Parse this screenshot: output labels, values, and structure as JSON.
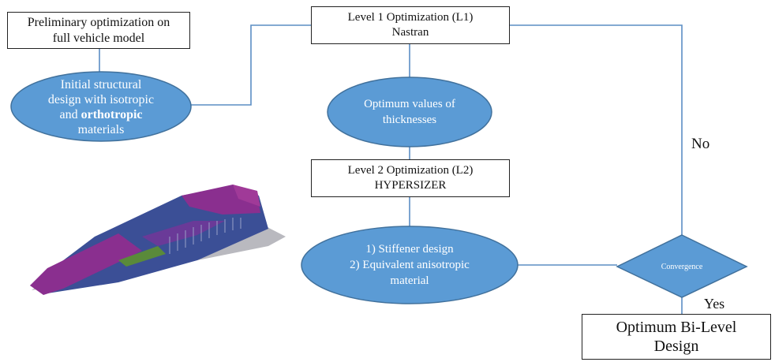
{
  "colors": {
    "ellipse_fill": "#5b9bd5",
    "connector": "#5b8ec4",
    "ellipse_text": "#ffffff",
    "box_border": "#222222",
    "model_purple": "#8a2f8f",
    "model_blue": "#3b4f96"
  },
  "boxes": {
    "preliminary": {
      "line1": "Preliminary optimization on",
      "line2": "full vehicle model"
    },
    "level1": {
      "line1": "Level 1 Optimization (L1)",
      "line2": "Nastran"
    },
    "level2": {
      "line1": "Level 2 Optimization (L2)",
      "line2": "HYPERSIZER"
    },
    "result": {
      "line1": "Optimum Bi-Level",
      "line2": "Design"
    }
  },
  "ellipses": {
    "initial": {
      "line1": "Initial structural",
      "line2": "design with isotropic",
      "line3_prefix": "and ",
      "line3_bold": "orthotropic",
      "line4": "materials"
    },
    "thickness": {
      "line1": "Optimum values of",
      "line2": "thicknesses"
    },
    "stiffener": {
      "line1": "1) Stiffener design",
      "line2": "2) Equivalent anisotropic",
      "line3": "material"
    }
  },
  "decision": {
    "label": "Convergence"
  },
  "edge_labels": {
    "no": "No",
    "yes": "Yes"
  },
  "image": {
    "icon": "vehicle-structural-model"
  }
}
